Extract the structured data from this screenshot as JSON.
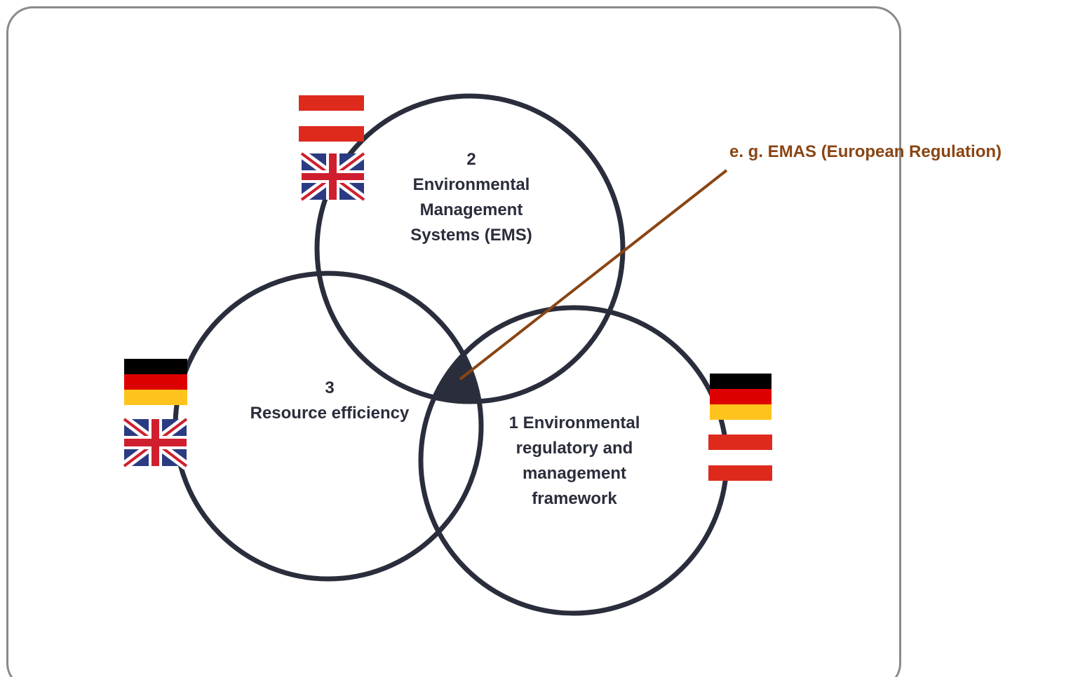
{
  "diagram": {
    "circles": [
      {
        "id": "ems",
        "label": "2\nEnvironmental\nManagement\nSystems (EMS)"
      },
      {
        "id": "resource",
        "label": "3\nResource efficiency"
      },
      {
        "id": "regulatory",
        "label": "1 Environmental\nregulatory and\nmanagement\nframework"
      }
    ],
    "callout": {
      "text": "e. g. EMAS (European Regulation)"
    },
    "flags": {
      "ems": [
        "austria-flag",
        "uk-flag"
      ],
      "resource": [
        "germany-flag",
        "uk-flag"
      ],
      "regulatory": [
        "germany-flag",
        "austria-flag"
      ]
    }
  },
  "colors": {
    "circle_stroke": "#2a2d3b",
    "callout": "#8a4513",
    "frame": "#8a8a8a",
    "intersection": "#2a2d3b"
  }
}
